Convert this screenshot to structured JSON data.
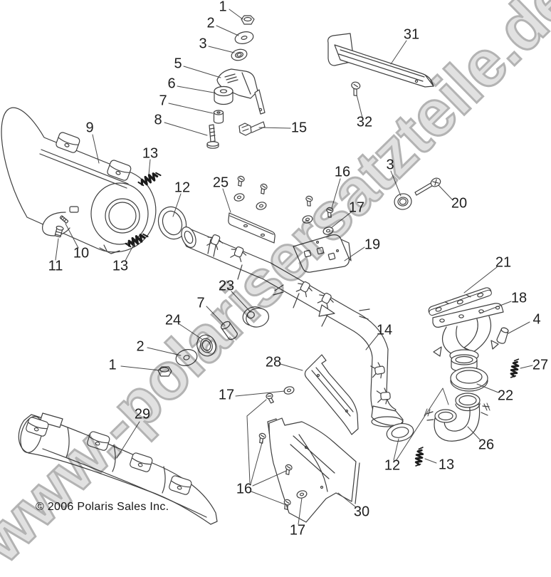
{
  "diagram": {
    "watermark": "www.-polarisersatzteile.de",
    "copyright": "© 2006 Polaris Sales Inc.",
    "callouts": [
      "1",
      "2",
      "3",
      "5",
      "6",
      "7",
      "8",
      "9",
      "15",
      "31",
      "32",
      "13",
      "12",
      "25",
      "16",
      "3",
      "17",
      "20",
      "19",
      "21",
      "18",
      "4",
      "27",
      "22",
      "10",
      "11",
      "13",
      "23",
      "7",
      "24",
      "2",
      "1",
      "14",
      "28",
      "17",
      "29",
      "26",
      "12",
      "13",
      "16",
      "30",
      "17"
    ],
    "colors": {
      "line": "#3f3f3f",
      "label": "#1f1f1f",
      "watermark_fill": "#dedede",
      "watermark_stroke": "#ababab",
      "background": "#ffffff"
    }
  }
}
